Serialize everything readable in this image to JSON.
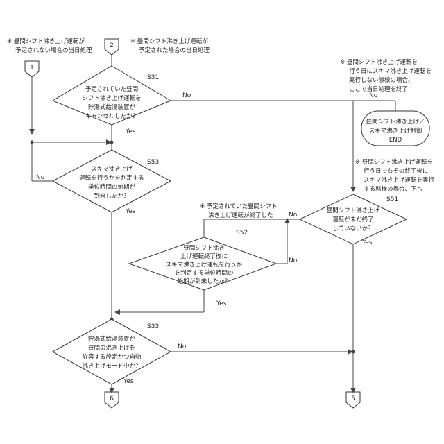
{
  "notes": {
    "left": [
      "※ 昼間シフト沸き上げ運転が",
      "予定されない場合の当日処理"
    ],
    "mid": [
      "※ 昼間シフト沸き上げ運転が",
      "予定された場合の当日処理"
    ],
    "top_right": [
      "※ 昼間シフト沸き上げ運転を",
      "行う日にスキマ沸き上げ運転を",
      "実行しない態様の場合、",
      "ここで当日処理を終了"
    ],
    "right": [
      "※ 昼間シフト沸き上げ運転を",
      "行う日でもその終了後に",
      "スキマ沸き上げ運転を実行",
      "する態様の場合、下へ"
    ],
    "s52": [
      "※ 予定されていた昼間シフト",
      "沸き上げ運転が終了した"
    ]
  },
  "connectors": {
    "c1": "1",
    "c2": "2",
    "c5": "5",
    "c6": "6"
  },
  "steps": {
    "s31": {
      "id": "S31",
      "lines": [
        "予定されていた昼間",
        "シフト沸き上げ運転を",
        "貯湯式給湯装置が",
        "キャンセルしたか？"
      ]
    },
    "s53": {
      "id": "S53",
      "lines": [
        "スキマ沸き上げ",
        "運転を行うかを判定する",
        "単位時間の始期が",
        "到来したか？"
      ]
    },
    "s51": {
      "id": "S51",
      "lines": [
        "昼間シフト沸き上げ",
        "運転が未だ終了",
        "していないか？"
      ]
    },
    "s52": {
      "id": "S52",
      "lines": [
        "昼間シフト沸き",
        "上げ運転終了後に",
        "スキマ沸き上げ運転を行うか",
        "を判定する単位時間の",
        "始期が到来したか？"
      ]
    },
    "s33": {
      "id": "S33",
      "lines": [
        "貯湯式給湯装置が",
        "昼間の沸き上げを",
        "許容する設定かつ自動",
        "沸き上げモード中か？"
      ]
    }
  },
  "end_box": {
    "lines": [
      "昼間シフト沸き上げ／",
      "スキマ沸き上げ制御",
      "END"
    ]
  },
  "labels": {
    "yes": "Yes",
    "no": "No"
  }
}
